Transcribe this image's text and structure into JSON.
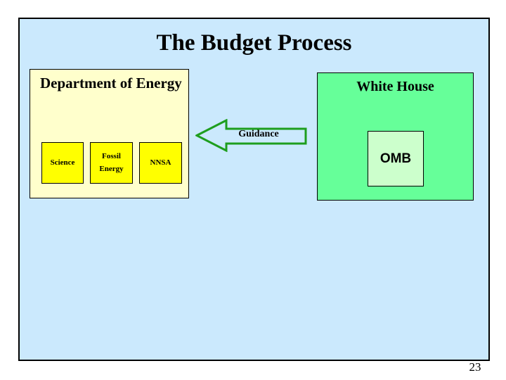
{
  "page": {
    "background_color": "#FFFFFF",
    "page_number": "23"
  },
  "slide": {
    "background_color": "#CBE9FD",
    "border_color": "#000000",
    "title": "The Budget Process",
    "department_of_energy": {
      "label": "Department of Energy",
      "fill_color": "#FFFFCC",
      "children": [
        {
          "label": "Science",
          "fill_color": "#FFFF00"
        },
        {
          "label": "Fossil Energy",
          "fill_color": "#FFFF00"
        },
        {
          "label": "NNSA",
          "fill_color": "#FFFF00"
        }
      ]
    },
    "white_house": {
      "label": "White House",
      "fill_color": "#66FF99",
      "omb": {
        "label": "OMB",
        "fill_color": "#CCFFCC"
      }
    },
    "guidance_arrow": {
      "label": "Guidance",
      "direction": "left",
      "stroke_color": "#1E9E1E"
    }
  }
}
